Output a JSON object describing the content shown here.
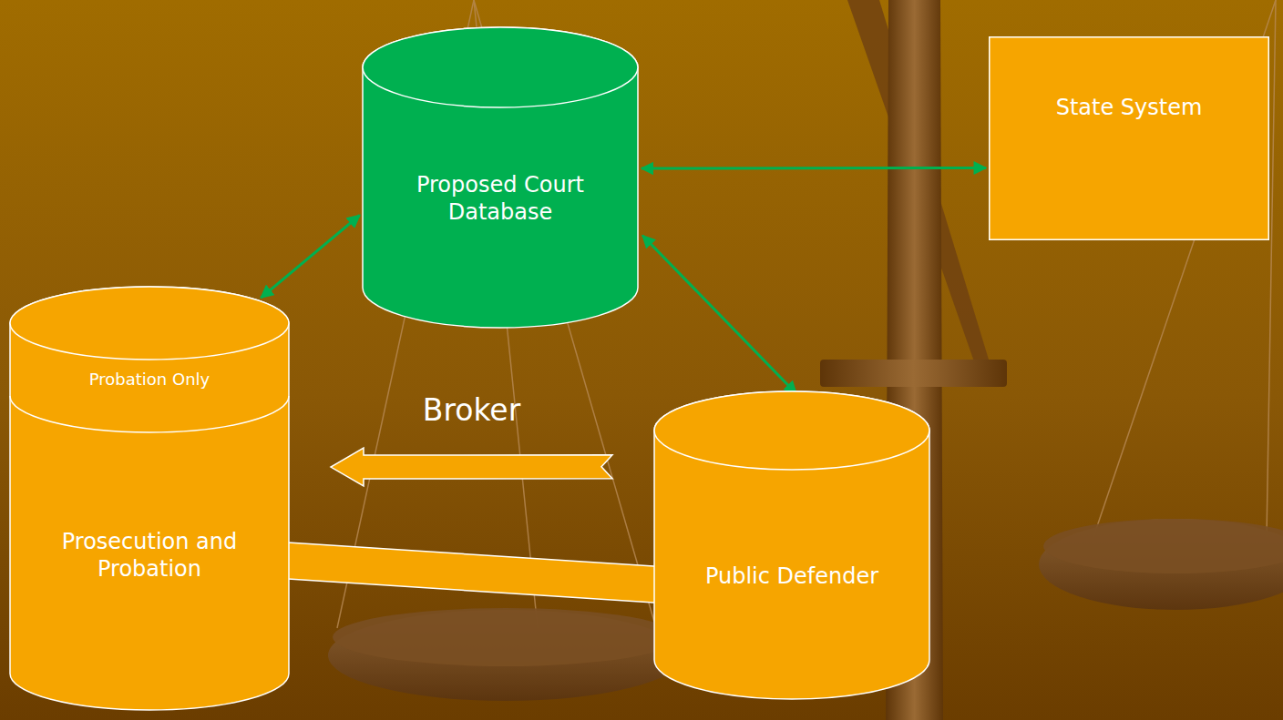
{
  "diagram": {
    "nodes": [
      {
        "text": [
          "Proposed Court Database"
        ]
      },
      {
        "text": [
          "State System"
        ]
      },
      {
        "text": [
          "Probation Only",
          "Prosecution and Probation"
        ]
      },
      {
        "text": [
          "Public Defender"
        ]
      }
    ],
    "edges": [
      {
        "from": 0,
        "to": 2,
        "arrow": "both"
      },
      {
        "from": 0,
        "to": 1,
        "arrow": "both"
      },
      {
        "from": 0,
        "to": 3,
        "arrow": "both"
      },
      {
        "from": 3,
        "to": 2,
        "arrow": "to",
        "label": "Broker"
      },
      {
        "from": 2,
        "to": 3,
        "arrow": "to"
      }
    ]
  }
}
